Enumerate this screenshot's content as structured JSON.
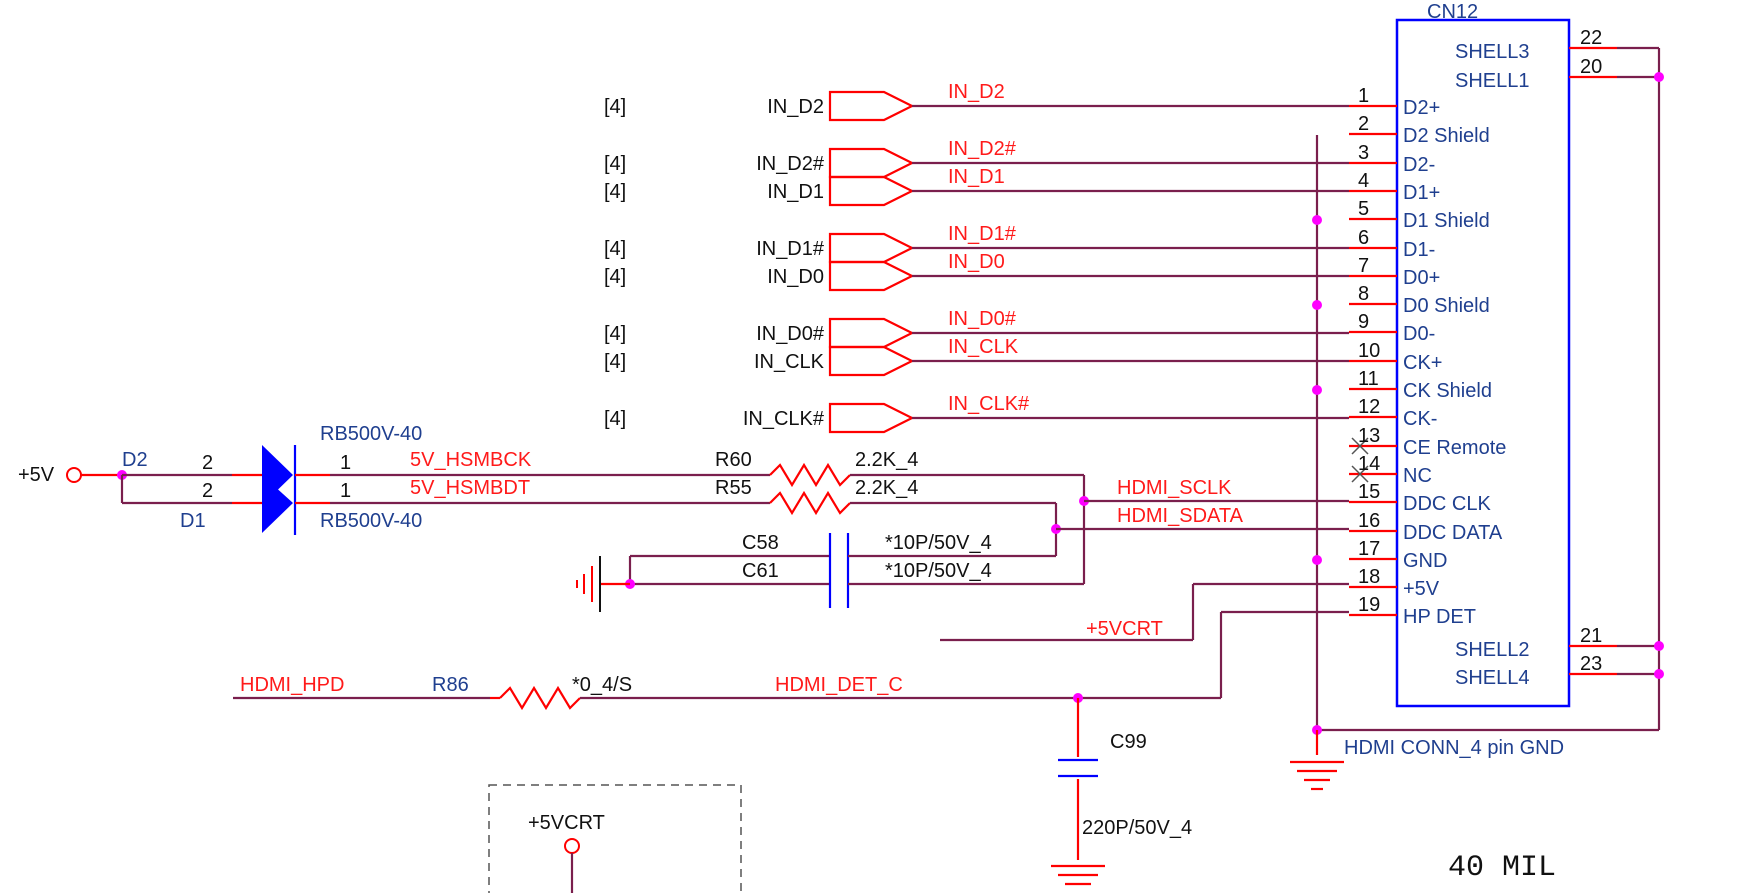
{
  "connector": {
    "ref": "CN12",
    "footnote": "HDMI CONN_4 pin GND",
    "pins": [
      {
        "num": "1",
        "name": "D2+"
      },
      {
        "num": "2",
        "name": "D2 Shield"
      },
      {
        "num": "3",
        "name": "D2-"
      },
      {
        "num": "4",
        "name": "D1+"
      },
      {
        "num": "5",
        "name": "D1 Shield"
      },
      {
        "num": "6",
        "name": "D1-"
      },
      {
        "num": "7",
        "name": "D0+"
      },
      {
        "num": "8",
        "name": "D0 Shield"
      },
      {
        "num": "9",
        "name": "D0-"
      },
      {
        "num": "10",
        "name": "CK+"
      },
      {
        "num": "11",
        "name": "CK Shield"
      },
      {
        "num": "12",
        "name": "CK-"
      },
      {
        "num": "13",
        "name": "CE Remote"
      },
      {
        "num": "14",
        "name": "NC"
      },
      {
        "num": "15",
        "name": "DDC CLK"
      },
      {
        "num": "16",
        "name": "DDC DATA"
      },
      {
        "num": "17",
        "name": "GND"
      },
      {
        "num": "18",
        "name": "+5V"
      },
      {
        "num": "19",
        "name": "HP DET"
      }
    ],
    "shells": [
      {
        "num": "22",
        "name": "SHELL3"
      },
      {
        "num": "20",
        "name": "SHELL1"
      },
      {
        "num": "21",
        "name": "SHELL2"
      },
      {
        "num": "23",
        "name": "SHELL4"
      }
    ]
  },
  "ports": [
    {
      "ref": "[4]",
      "name": "IN_D2",
      "net": "IN_D2"
    },
    {
      "ref": "[4]",
      "name": "IN_D2#",
      "net": "IN_D2#"
    },
    {
      "ref": "[4]",
      "name": "IN_D1",
      "net": "IN_D1"
    },
    {
      "ref": "[4]",
      "name": "IN_D1#",
      "net": "IN_D1#"
    },
    {
      "ref": "[4]",
      "name": "IN_D0",
      "net": "IN_D0"
    },
    {
      "ref": "[4]",
      "name": "IN_D0#",
      "net": "IN_D0#"
    },
    {
      "ref": "[4]",
      "name": "IN_CLK",
      "net": "IN_CLK"
    },
    {
      "ref": "[4]",
      "name": "IN_CLK#",
      "net": "IN_CLK#"
    }
  ],
  "power": {
    "v5": "+5V",
    "v5crt": "+5VCRT",
    "v5crt_box": "+5VCRT"
  },
  "diodes": {
    "d2": "D2",
    "d1": "D1",
    "part_top": "RB500V-40",
    "part_bot": "RB500V-40",
    "pin2a": "2",
    "pin2b": "2",
    "pin1a": "1",
    "pin1b": "1"
  },
  "nets": {
    "hsmbck": "5V_HSMBCK",
    "hsmbdt": "5V_HSMBDT",
    "sclk": "HDMI_SCLK",
    "sdata": "HDMI_SDATA",
    "hpd": "HDMI_HPD",
    "det": "HDMI_DET_C"
  },
  "parts": {
    "r60": "R60",
    "r60v": "2.2K_4",
    "r55": "R55",
    "r55v": "2.2K_4",
    "c58": "C58",
    "c58v": "*10P/50V_4",
    "c61": "C61",
    "c61v": "*10P/50V_4",
    "r86": "R86",
    "r86v": "*0_4/S",
    "c99": "C99",
    "c99v": "220P/50V_4"
  },
  "note": "40 MIL"
}
